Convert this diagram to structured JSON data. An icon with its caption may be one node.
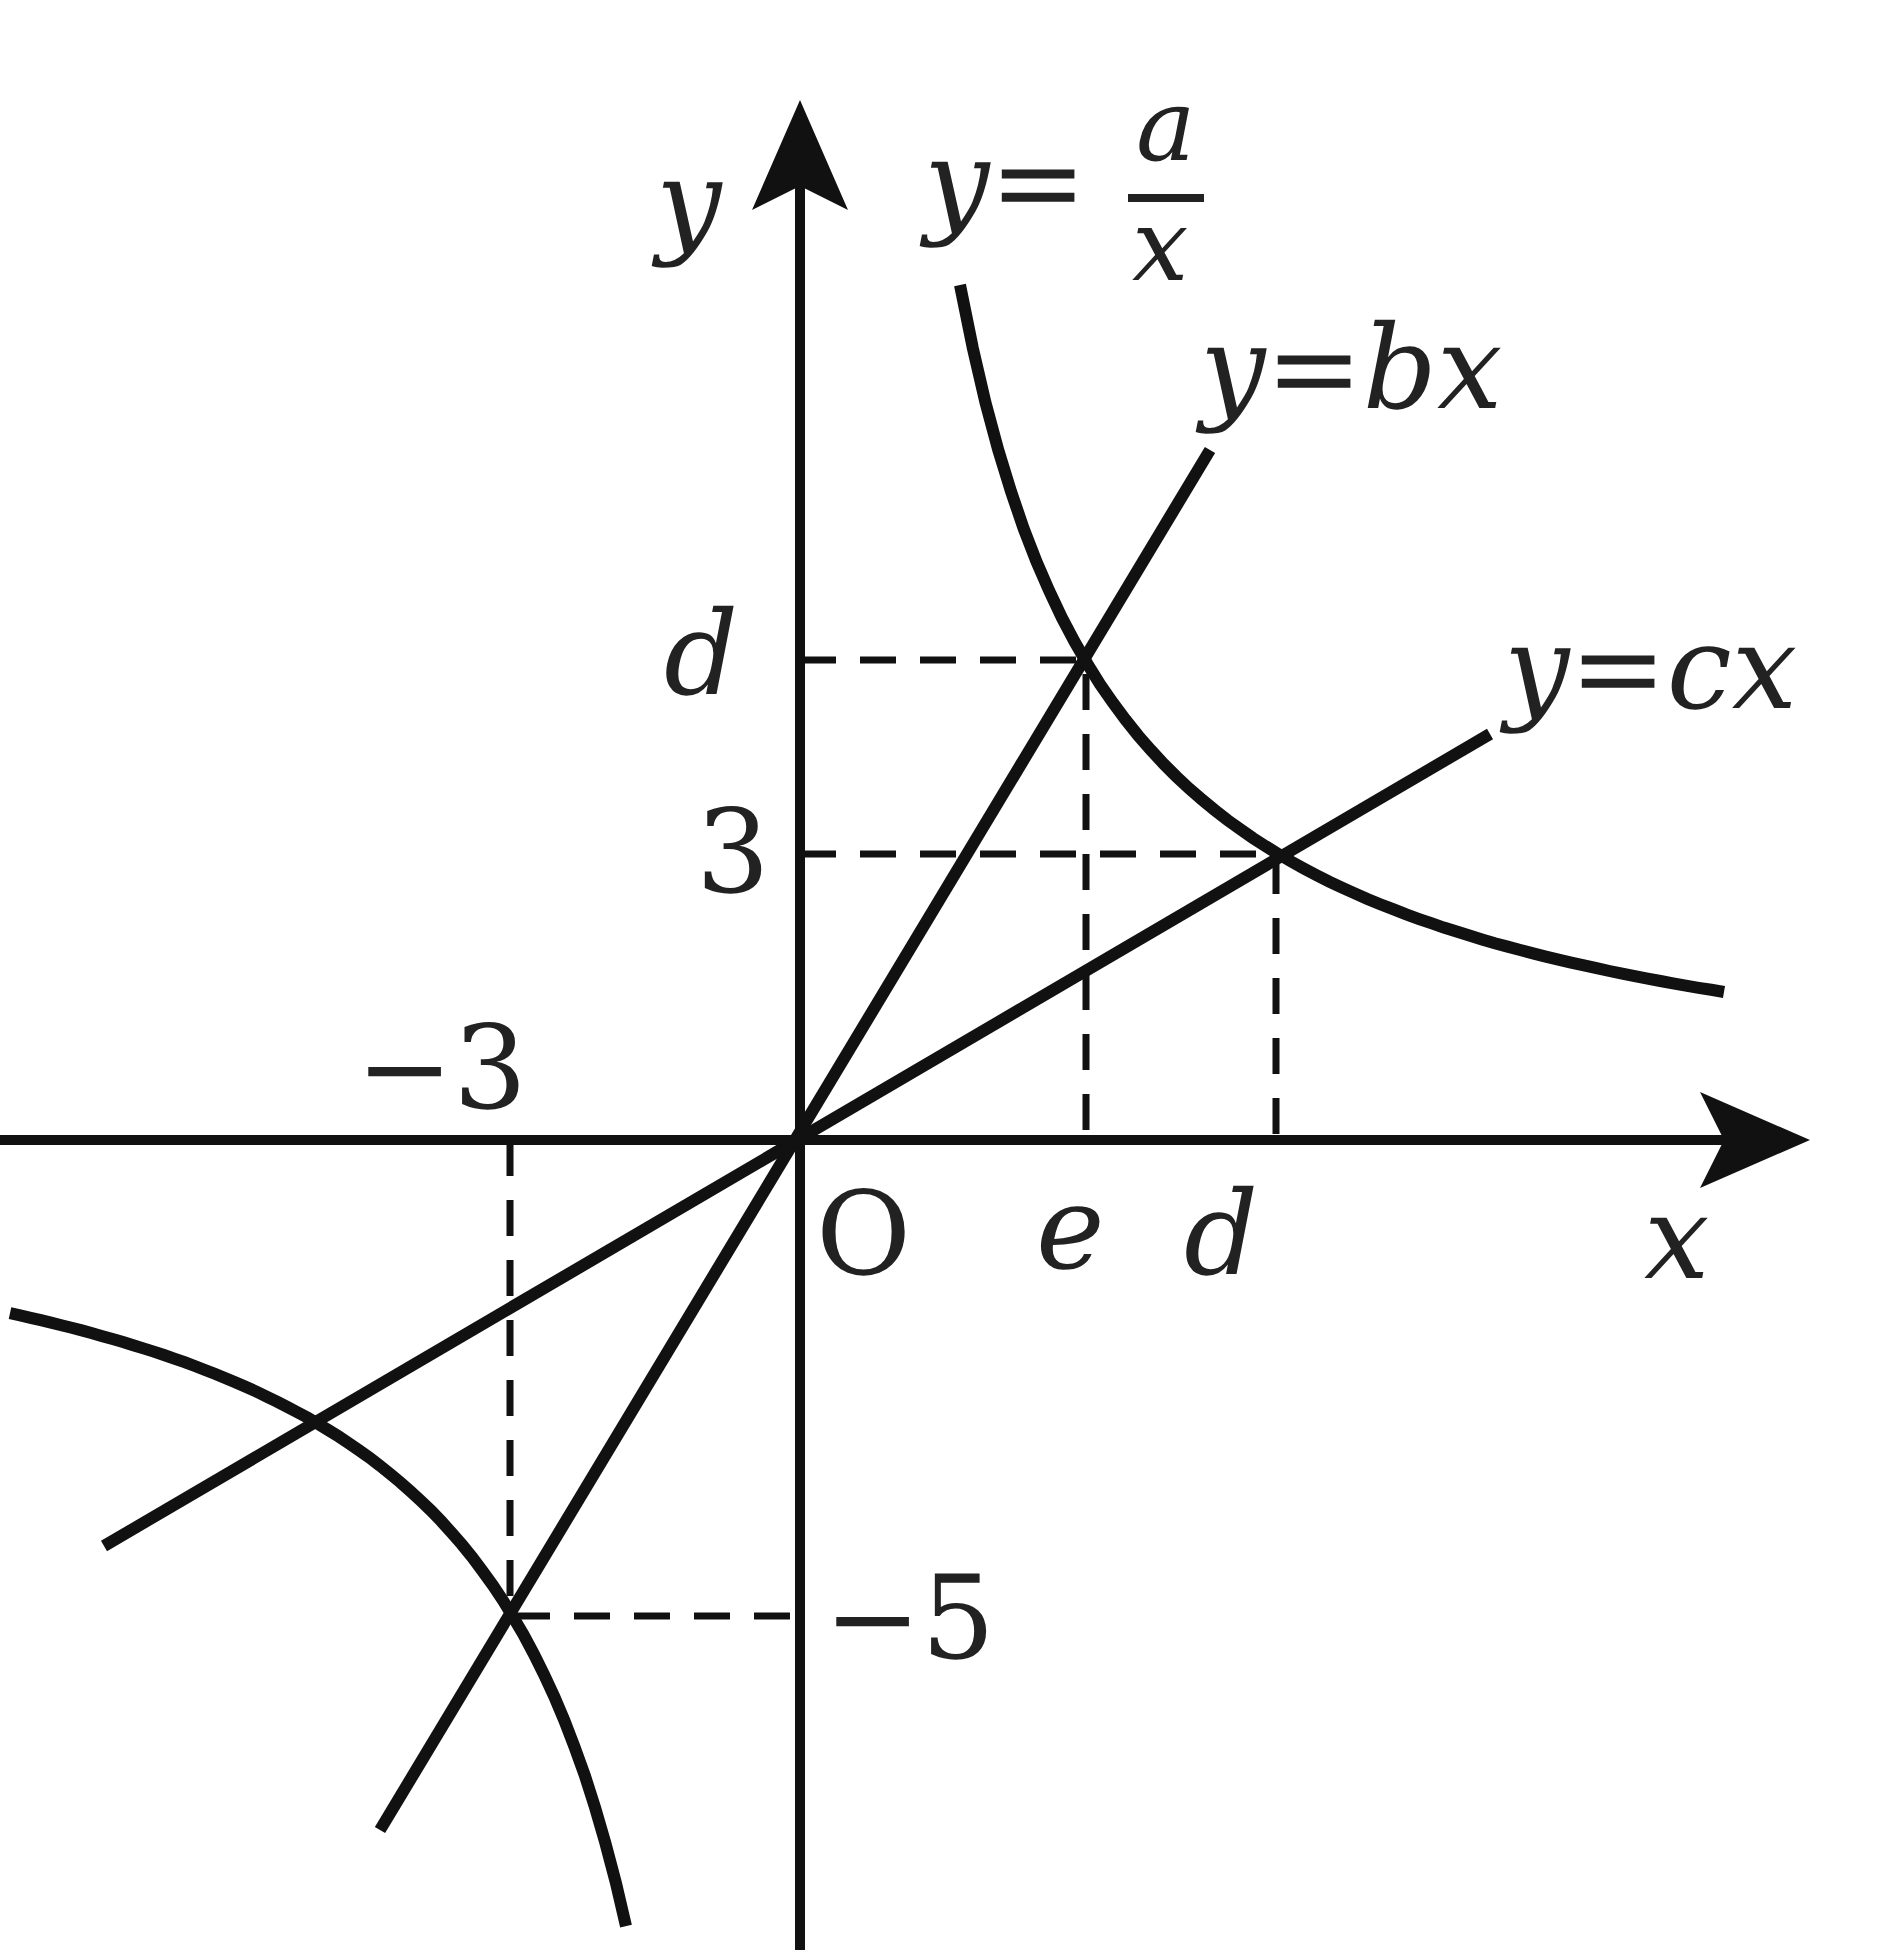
{
  "diagram": {
    "labels": [
      "y",
      "y=",
      "a",
      "x",
      "y=bx",
      "d",
      "y=cx",
      "3",
      "−3",
      "O",
      "e",
      "d",
      "x",
      "−5"
    ]
  }
}
